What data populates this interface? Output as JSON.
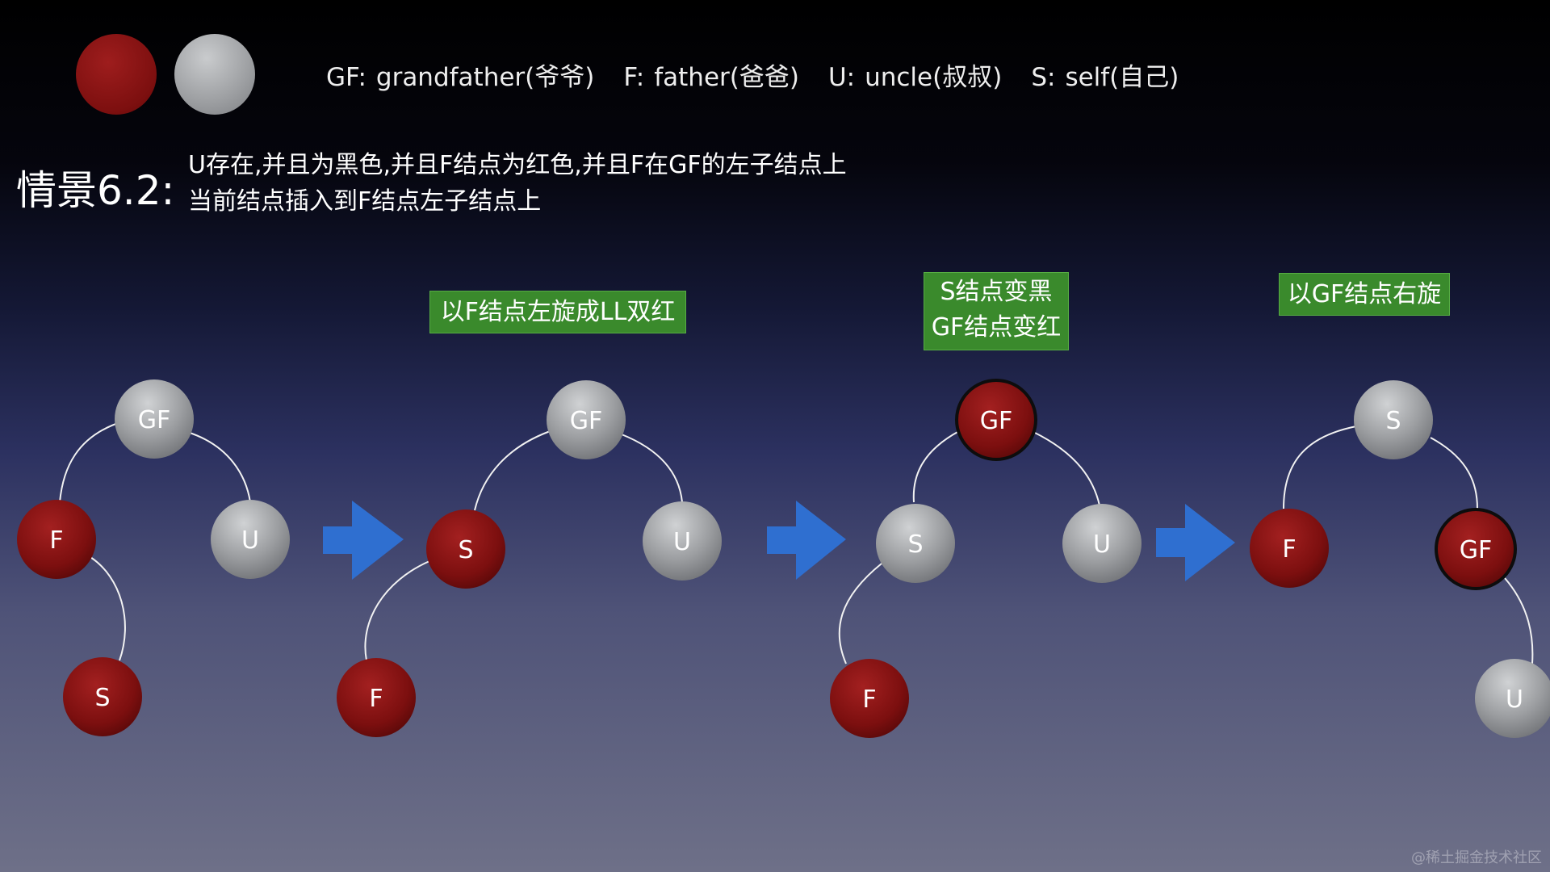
{
  "legend": {
    "items": [
      {
        "key": "GF:",
        "value": "grandfather(爷爷)"
      },
      {
        "key": "F:",
        "value": "father(爸爸)"
      },
      {
        "key": "U:",
        "value": "uncle(叔叔)"
      },
      {
        "key": "S:",
        "value": "self(自己)"
      }
    ],
    "swatch_colors": {
      "red": "#7c0f0f",
      "gray": "#9c9ea1"
    }
  },
  "scene": {
    "title": "情景6.2:",
    "line1": "U存在,并且为黑色,并且F结点为红色,并且F在GF的左子结点上",
    "line2": "当前结点插入到F结点左子结点上"
  },
  "steps": {
    "step1": "以F结点左旋成LL双红",
    "step2_line1": "S结点变黑",
    "step2_line2": "GF结点变红",
    "step3": "以GF结点右旋"
  },
  "colors": {
    "red_node": "#7c0f0f",
    "black_node": "#9c9ea1",
    "arrow": "#2f6fd0",
    "step_label_bg": "#3a8a2c"
  },
  "trees": [
    {
      "nodes": [
        {
          "id": "gf",
          "label": "GF",
          "color": "black"
        },
        {
          "id": "f",
          "label": "F",
          "color": "red"
        },
        {
          "id": "u",
          "label": "U",
          "color": "black"
        },
        {
          "id": "s",
          "label": "S",
          "color": "red"
        }
      ]
    },
    {
      "nodes": [
        {
          "id": "gf",
          "label": "GF",
          "color": "black"
        },
        {
          "id": "s",
          "label": "S",
          "color": "red"
        },
        {
          "id": "u",
          "label": "U",
          "color": "black"
        },
        {
          "id": "f",
          "label": "F",
          "color": "red"
        }
      ]
    },
    {
      "nodes": [
        {
          "id": "gf",
          "label": "GF",
          "color": "red"
        },
        {
          "id": "s",
          "label": "S",
          "color": "black"
        },
        {
          "id": "u",
          "label": "U",
          "color": "black"
        },
        {
          "id": "f",
          "label": "F",
          "color": "red"
        }
      ]
    },
    {
      "nodes": [
        {
          "id": "s",
          "label": "S",
          "color": "black"
        },
        {
          "id": "f",
          "label": "F",
          "color": "red"
        },
        {
          "id": "gf",
          "label": "GF",
          "color": "red"
        },
        {
          "id": "u",
          "label": "U",
          "color": "black"
        }
      ]
    }
  ],
  "watermark": "@稀土掘金技术社区"
}
